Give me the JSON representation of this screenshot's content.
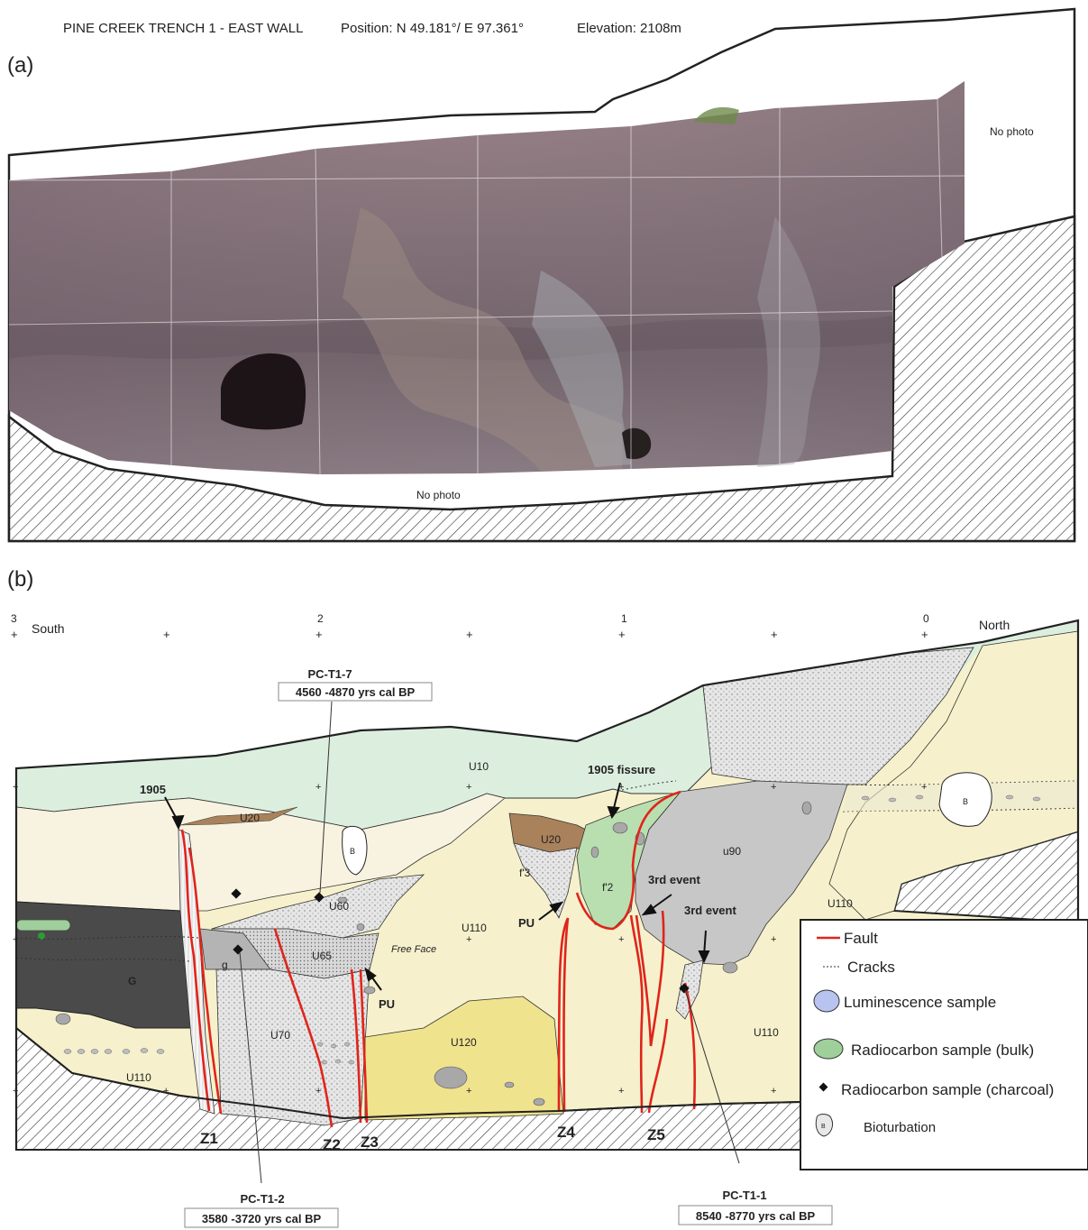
{
  "header": {
    "title": "PINE CREEK TRENCH 1 - EAST WALL",
    "position": "Position: N 49.181°/ E  97.361°",
    "elevation": "Elevation: 2108m"
  },
  "panel_a": {
    "label": "(a)",
    "no_photo_top": "No photo",
    "no_photo_bottom": "No photo"
  },
  "panel_b": {
    "label": "(b)",
    "scale": {
      "ticks": [
        "3",
        "2",
        "1",
        "0"
      ],
      "south": "South",
      "north": "North"
    },
    "units": {
      "u10": "U10",
      "u20_left": "U20",
      "u20_mid": "U20",
      "u60": "U60",
      "u65": "U65",
      "u70": "U70",
      "u90": "u90",
      "u110_a": "U110",
      "u110_b": "U110",
      "u110_c": "U110",
      "u110_d": "U110",
      "u120": "U120",
      "g_big": "G",
      "g_small": "g",
      "f2": "f'2",
      "f3": "f'3",
      "b1": "B",
      "b2": "B",
      "free_face": "Free Face"
    },
    "annotations": {
      "fault_1905": "1905",
      "fissure_1905": "1905 fissure",
      "third_event_1": "3rd event",
      "third_event_2": "3rd event",
      "pu_left": "PU",
      "pu_right": "PU"
    },
    "zones": [
      "Z1",
      "Z2",
      "Z3",
      "Z4",
      "Z5"
    ],
    "samples": [
      {
        "id": "PC-T1-7",
        "age": "4560 -4870 yrs cal BP"
      },
      {
        "id": "PC-T1-2",
        "age": "3580 -3720 yrs cal BP"
      },
      {
        "id": "PC-T1-1",
        "age": "8540 -8770 yrs cal BP"
      }
    ],
    "legend": [
      {
        "label": "Fault",
        "color": "#e0241c"
      },
      {
        "label": "Cracks"
      },
      {
        "label": "Luminescence sample",
        "color": "#b9c3f0"
      },
      {
        "label": "Radiocarbon sample (bulk)",
        "color": "#9fcf9a"
      },
      {
        "label": "Radiocarbon sample (charcoal)"
      },
      {
        "label": "Bioturbation",
        "symbol": "B"
      }
    ]
  },
  "colors": {
    "soil_green": "#dcefdf",
    "cream": "#f8f3e0",
    "pale_yellow": "#f6f1cc",
    "yellow": "#efe38e",
    "brown": "#a9825c",
    "grey": "#c7c7c7",
    "dark": "#4a4a4a",
    "fault": "#e0241c"
  }
}
